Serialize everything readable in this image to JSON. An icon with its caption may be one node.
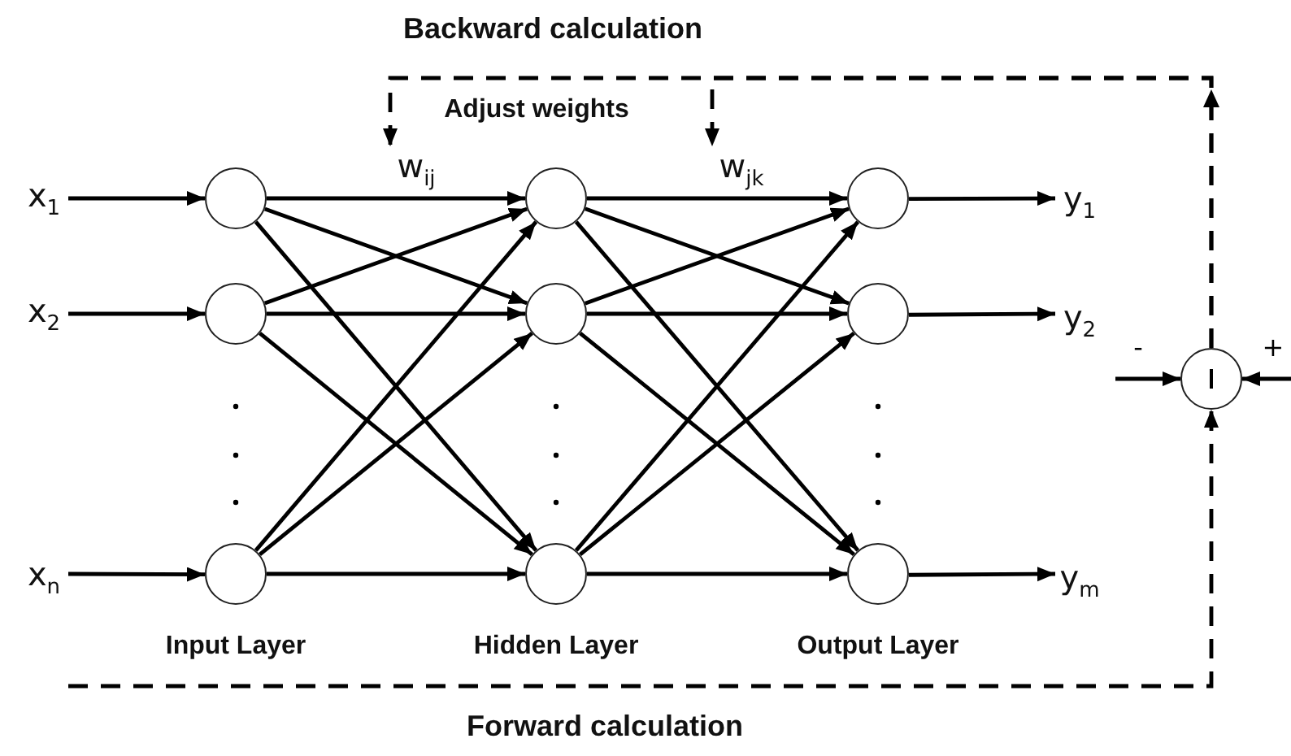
{
  "diagram": {
    "nodes": [
      {
        "text": [
          "x$_{1}$"
        ]
      },
      {
        "text": [
          "x$_{2}$"
        ]
      },
      {
        "text": [
          "x$_{n}$"
        ]
      },
      {
        "text": [],
        "shape": "circle"
      },
      {
        "text": [],
        "shape": "circle"
      },
      {
        "text": [],
        "shape": "circle",
        "beside": [
          "Input Layer"
        ]
      },
      {
        "text": [],
        "shape": "circle"
      },
      {
        "text": [],
        "shape": "circle"
      },
      {
        "text": [],
        "shape": "circle",
        "beside": [
          "Hidden Layer"
        ]
      },
      {
        "text": [],
        "shape": "circle"
      },
      {
        "text": [],
        "shape": "circle"
      },
      {
        "text": [],
        "shape": "circle",
        "beside": [
          "Output Layer"
        ]
      },
      {
        "text": [
          "y$_{1}$"
        ]
      },
      {
        "text": [
          "y$_{2}$"
        ]
      },
      {
        "text": [
          "y$_{m}$"
        ]
      },
      {
        "text": [],
        "shape": "circle"
      },
      {
        "text": [
          "w$_{ij}$"
        ]
      },
      {
        "text": [
          "w$_{jk}$"
        ]
      }
    ],
    "edges": [
      {
        "from": 0,
        "to": 3,
        "arrow": "to"
      },
      {
        "from": 1,
        "to": 4,
        "arrow": "to"
      },
      {
        "from": 2,
        "to": 5,
        "arrow": "to"
      },
      {
        "from": 3,
        "to": 6,
        "arrow": "to"
      },
      {
        "from": 3,
        "to": 7,
        "arrow": "to"
      },
      {
        "from": 3,
        "to": 8,
        "arrow": "to"
      },
      {
        "from": 4,
        "to": 6,
        "arrow": "to"
      },
      {
        "from": 4,
        "to": 7,
        "arrow": "to"
      },
      {
        "from": 4,
        "to": 8,
        "arrow": "to"
      },
      {
        "from": 5,
        "to": 6,
        "arrow": "to"
      },
      {
        "from": 5,
        "to": 7,
        "arrow": "to"
      },
      {
        "from": 5,
        "to": 8,
        "arrow": "to"
      },
      {
        "from": 6,
        "to": 9,
        "arrow": "to"
      },
      {
        "from": 6,
        "to": 10,
        "arrow": "to"
      },
      {
        "from": 6,
        "to": 11,
        "arrow": "to"
      },
      {
        "from": 7,
        "to": 9,
        "arrow": "to"
      },
      {
        "from": 7,
        "to": 10,
        "arrow": "to"
      },
      {
        "from": 7,
        "to": 11,
        "arrow": "to"
      },
      {
        "from": 8,
        "to": 9,
        "arrow": "to"
      },
      {
        "from": 8,
        "to": 10,
        "arrow": "to"
      },
      {
        "from": 8,
        "to": 11,
        "arrow": "to"
      },
      {
        "from": 9,
        "to": 12,
        "arrow": "to"
      },
      {
        "from": 10,
        "to": 13,
        "arrow": "to"
      },
      {
        "from": 11,
        "to": 14,
        "arrow": "to"
      },
      {
        "from": null,
        "to": 15,
        "arrow": "to",
        "label": "-"
      },
      {
        "from": null,
        "to": 15,
        "arrow": "to",
        "label": "+"
      },
      {
        "from": null,
        "to": 15,
        "arrow": "to",
        "style": "dashed"
      },
      {
        "from": 15,
        "to": 16,
        "arrow": "to",
        "style": "dashed"
      },
      {
        "from": 15,
        "to": 17,
        "arrow": "to",
        "style": "dashed"
      }
    ],
    "labels": [
      "Backward calculation",
      "Adjust weights",
      "Forward calculation"
    ]
  }
}
